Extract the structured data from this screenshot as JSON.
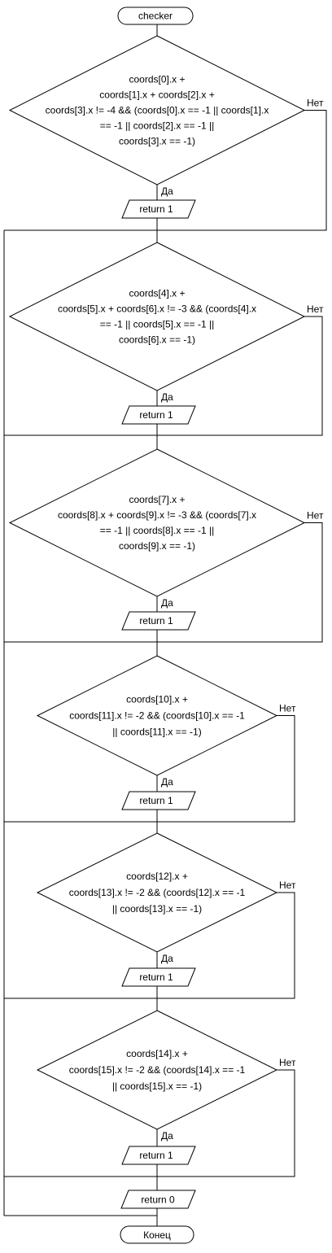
{
  "start_label": "checker",
  "end_label": "Конец",
  "yes_label": "Да",
  "no_label": "Нет",
  "decisions": [
    {
      "lines": [
        "coords[0].x +",
        "coords[1].x + coords[2].x +",
        "coords[3].x != -4 && (coords[0].x == -1 || coords[1].x",
        "== -1 || coords[2].x == -1 ||",
        "coords[3].x == -1)"
      ],
      "output": "return 1"
    },
    {
      "lines": [
        "coords[4].x +",
        "coords[5].x + coords[6].x != -3 && (coords[4].x",
        "== -1 || coords[5].x == -1 ||",
        "coords[6].x == -1)"
      ],
      "output": "return 1"
    },
    {
      "lines": [
        "coords[7].x +",
        "coords[8].x + coords[9].x != -3 && (coords[7].x",
        "== -1 || coords[8].x == -1 ||",
        "coords[9].x == -1)"
      ],
      "output": "return 1"
    },
    {
      "lines": [
        "coords[10].x +",
        "coords[11].x != -2 && (coords[10].x == -1",
        "|| coords[11].x == -1)"
      ],
      "output": "return 1"
    },
    {
      "lines": [
        "coords[12].x +",
        "coords[13].x != -2 && (coords[12].x == -1",
        "|| coords[13].x == -1)"
      ],
      "output": "return 1"
    },
    {
      "lines": [
        "coords[14].x +",
        "coords[15].x != -2 && (coords[14].x == -1",
        "|| coords[15].x == -1)"
      ],
      "output": "return 1"
    }
  ],
  "final_output": "return 0"
}
